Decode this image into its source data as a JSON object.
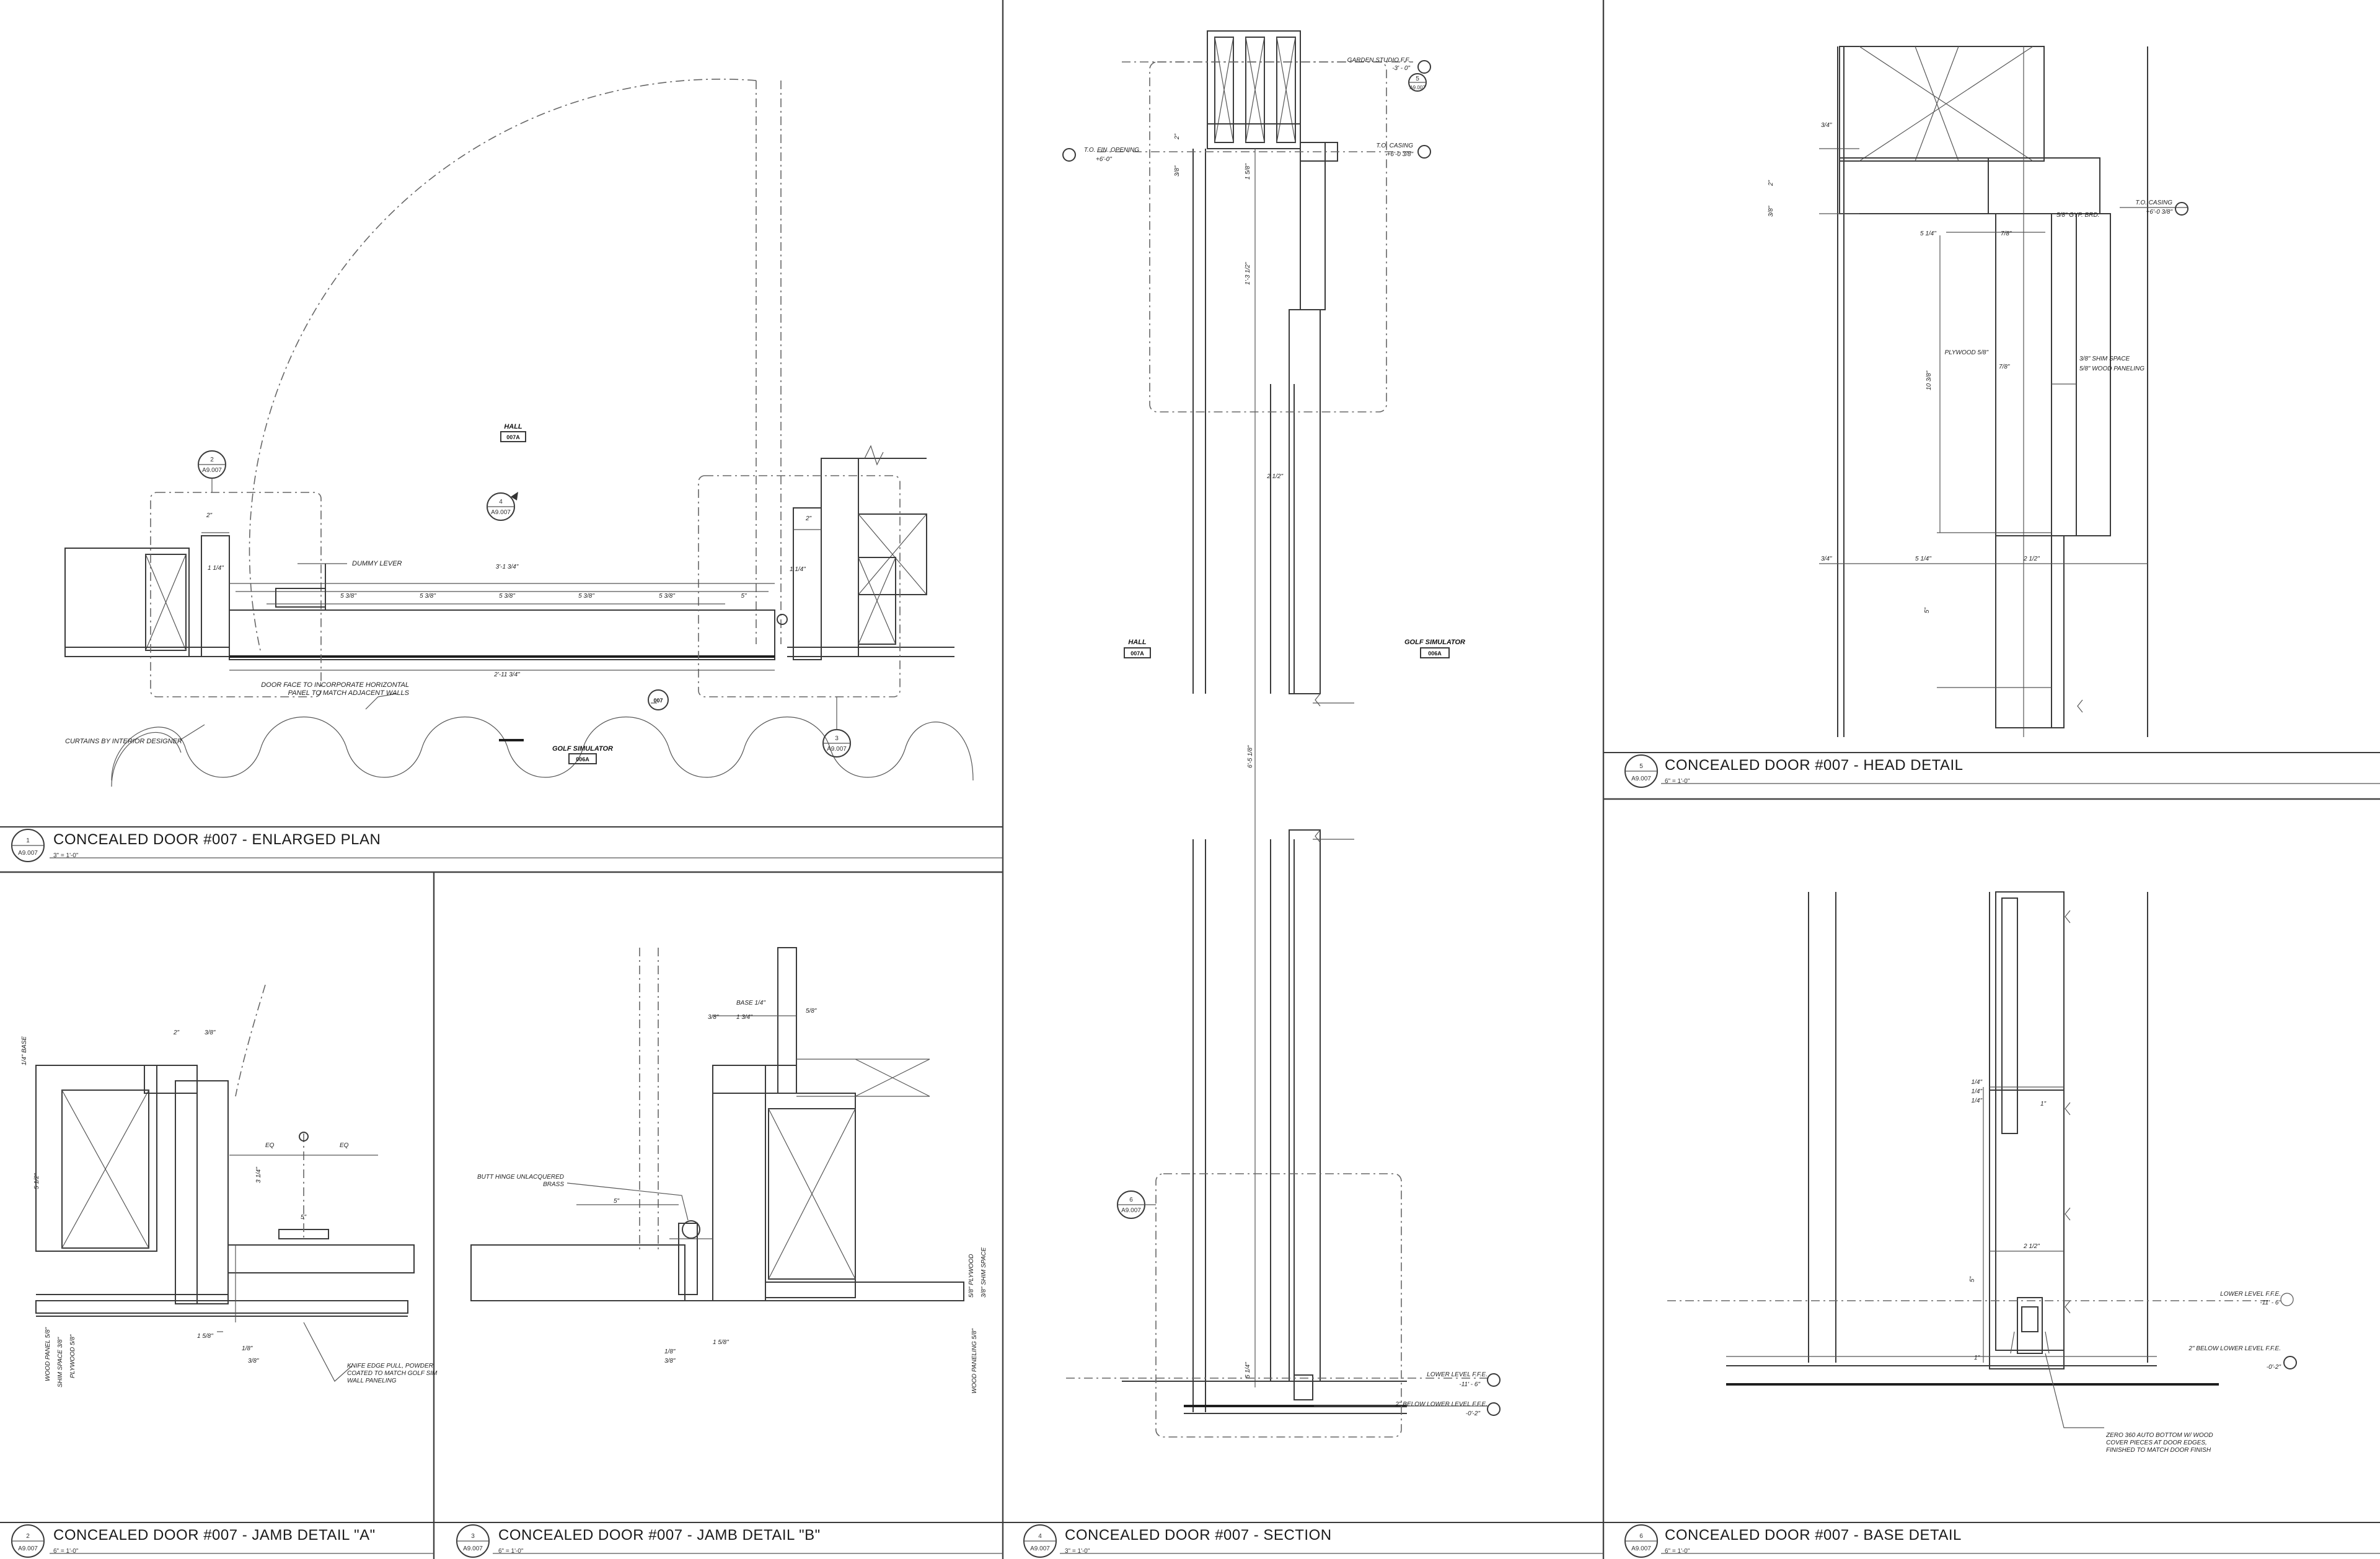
{
  "details": [
    {
      "num": "1",
      "sheet": "A9.007",
      "title": "CONCEALED DOOR #007 - ENLARGED PLAN",
      "scale": "3\" = 1'-0\""
    },
    {
      "num": "2",
      "sheet": "A9.007",
      "title": "CONCEALED DOOR #007 - JAMB DETAIL \"A\"",
      "scale": "6\" = 1'-0\""
    },
    {
      "num": "3",
      "sheet": "A9.007",
      "title": "CONCEALED DOOR #007 - JAMB DETAIL \"B\"",
      "scale": "6\" = 1'-0\""
    },
    {
      "num": "4",
      "sheet": "A9.007",
      "title": "CONCEALED DOOR #007 - SECTION",
      "scale": "3\" = 1'-0\""
    },
    {
      "num": "5",
      "sheet": "A9.007",
      "title": "CONCEALED DOOR #007 - HEAD DETAIL",
      "scale": "6\" = 1'-0\""
    },
    {
      "num": "6",
      "sheet": "A9.007",
      "title": "CONCEALED DOOR #007 - BASE DETAIL",
      "scale": "6\" = 1'-0\""
    }
  ],
  "plan": {
    "room_hall": "HALL",
    "room_hall_tag": "007A",
    "room_golf": "GOLF SIMULATOR",
    "room_golf_tag": "006A",
    "door_tag": "007",
    "notes": {
      "dummy_lever": "DUMMY LEVER",
      "door_face": "DOOR FACE TO INCORPORATE HORIZONTAL PANEL TO MATCH ADJACENT WALLS",
      "curtains": "CURTAINS BY INTERIOR DESIGNER"
    },
    "callouts": [
      {
        "num": "2",
        "sheet": "A9.007"
      },
      {
        "num": "4",
        "sheet": "A9.007"
      },
      {
        "num": "3",
        "sheet": "A9.007"
      }
    ],
    "dims": {
      "overall_top": "3'-1 3/4\"",
      "overall_bottom": "2'-11 3/4\"",
      "panels": [
        "5 3/8\"",
        "5 3/8\"",
        "5 3/8\"",
        "5 3/8\"",
        "5 3/8\""
      ],
      "right_gap": "5\"",
      "two_inch": "2\"",
      "one_quarter": "1 1/4\""
    }
  },
  "jamb_a": {
    "notes": {
      "knife_edge": "KNIFE EDGE PULL, POWDER COATED TO MATCH GOLF SIM WALL PANELING",
      "wood_panel": "WOOD PANEL 5/8\"",
      "shim": "SHIM SPACE 3/8\"",
      "plywood": "PLYWOOD 5/8\"",
      "base": "1/4\" BASE"
    },
    "dims": {
      "d1": "2\"",
      "d2": "3/8\"",
      "eq1": "EQ",
      "eq2": "EQ",
      "d3": "5 1/2\"",
      "d4": "1 5/8\"",
      "d5": "1/8\"",
      "d6": "3/8\"",
      "d7": "5\"",
      "d8": "3 1/4\""
    }
  },
  "jamb_b": {
    "notes": {
      "butt_hinge": "BUTT HINGE UNLACQUERED BRASS",
      "base": "BASE 1/4\"",
      "plywood": "5/8\" PLYWOOD",
      "shim": "3/8\" SHIM SPACE",
      "wood_paneling": "WOOD PANELING 5/8\""
    },
    "dims": {
      "d1": "3/8\"",
      "d2": "1 3/4\"",
      "d3": "5/8\"",
      "d4": "5\"",
      "d5": "1 5/8\"",
      "d6": "1/8\"",
      "d7": "3/8\""
    }
  },
  "section": {
    "room_hall": "HALL",
    "room_hall_tag": "007A",
    "room_golf": "GOLF SIMULATOR",
    "room_golf_tag": "006A",
    "callout": {
      "num": "5",
      "sheet": "A9.007"
    },
    "callout2": {
      "num": "6",
      "sheet": "A9.007"
    },
    "elevations": [
      {
        "label": "GARDEN STUDIO F.F.",
        "value": "-3' - 0\""
      },
      {
        "label": "T.O. FIN. OPENING",
        "value": "+6'-0\""
      },
      {
        "label": "T.O. CASING",
        "value": "+6'-0 3/8\""
      },
      {
        "label": "LOWER LEVEL F.F.E.",
        "value": "-11' - 6\""
      },
      {
        "label": "2\" BELOW LOWER LEVEL F.F.E.",
        "value": "-0'-2\""
      }
    ],
    "dims": {
      "height": "6'-5 1/8\"",
      "d1": "2 1/2\"",
      "d2": "1'-3 1/2\"",
      "d3": "1 5/8\"",
      "d4": "5 1/4\"",
      "d5": "2\"",
      "d6": "3/8\""
    }
  },
  "head": {
    "notes": {
      "gyp": "5/8\" GYP. BRD.",
      "plywood": "PLYWOOD 5/8\"",
      "shim": "3/8\" SHIM SPACE",
      "wood_paneling": "5/8\" WOOD PANELING"
    },
    "elevation": {
      "label": "T.O. CASING",
      "value": "+6'-0 3/8\""
    },
    "dims": {
      "d1": "3/4\"",
      "d2": "2\"",
      "d3": "3/8\"",
      "d4": "5 1/4\"",
      "d5": "7/8\"",
      "d6": "7/8\"",
      "d7": "10 3/8\"",
      "d8": "3/4\"",
      "d9": "5 1/4\"",
      "d10": "2 1/2\"",
      "d11": "5\""
    }
  },
  "base": {
    "notes": {
      "zero": "ZERO 360 AUTO BOTTOM W/ WOOD COVER PIECES AT DOOR EDGES, FINISHED TO MATCH DOOR FINISH"
    },
    "elevations": [
      {
        "label": "LOWER LEVEL F.F.E.",
        "value": "-11' - 6\""
      },
      {
        "label": "2\" BELOW LOWER LEVEL F.F.E.",
        "value": "-0'-2\""
      }
    ],
    "dims": {
      "d1": "1/4\"",
      "d2": "1/4\"",
      "d3": "1/4\"",
      "d4": "1\"",
      "d5": "2 1/2\"",
      "d6": "5\"",
      "d7": "1\""
    }
  }
}
